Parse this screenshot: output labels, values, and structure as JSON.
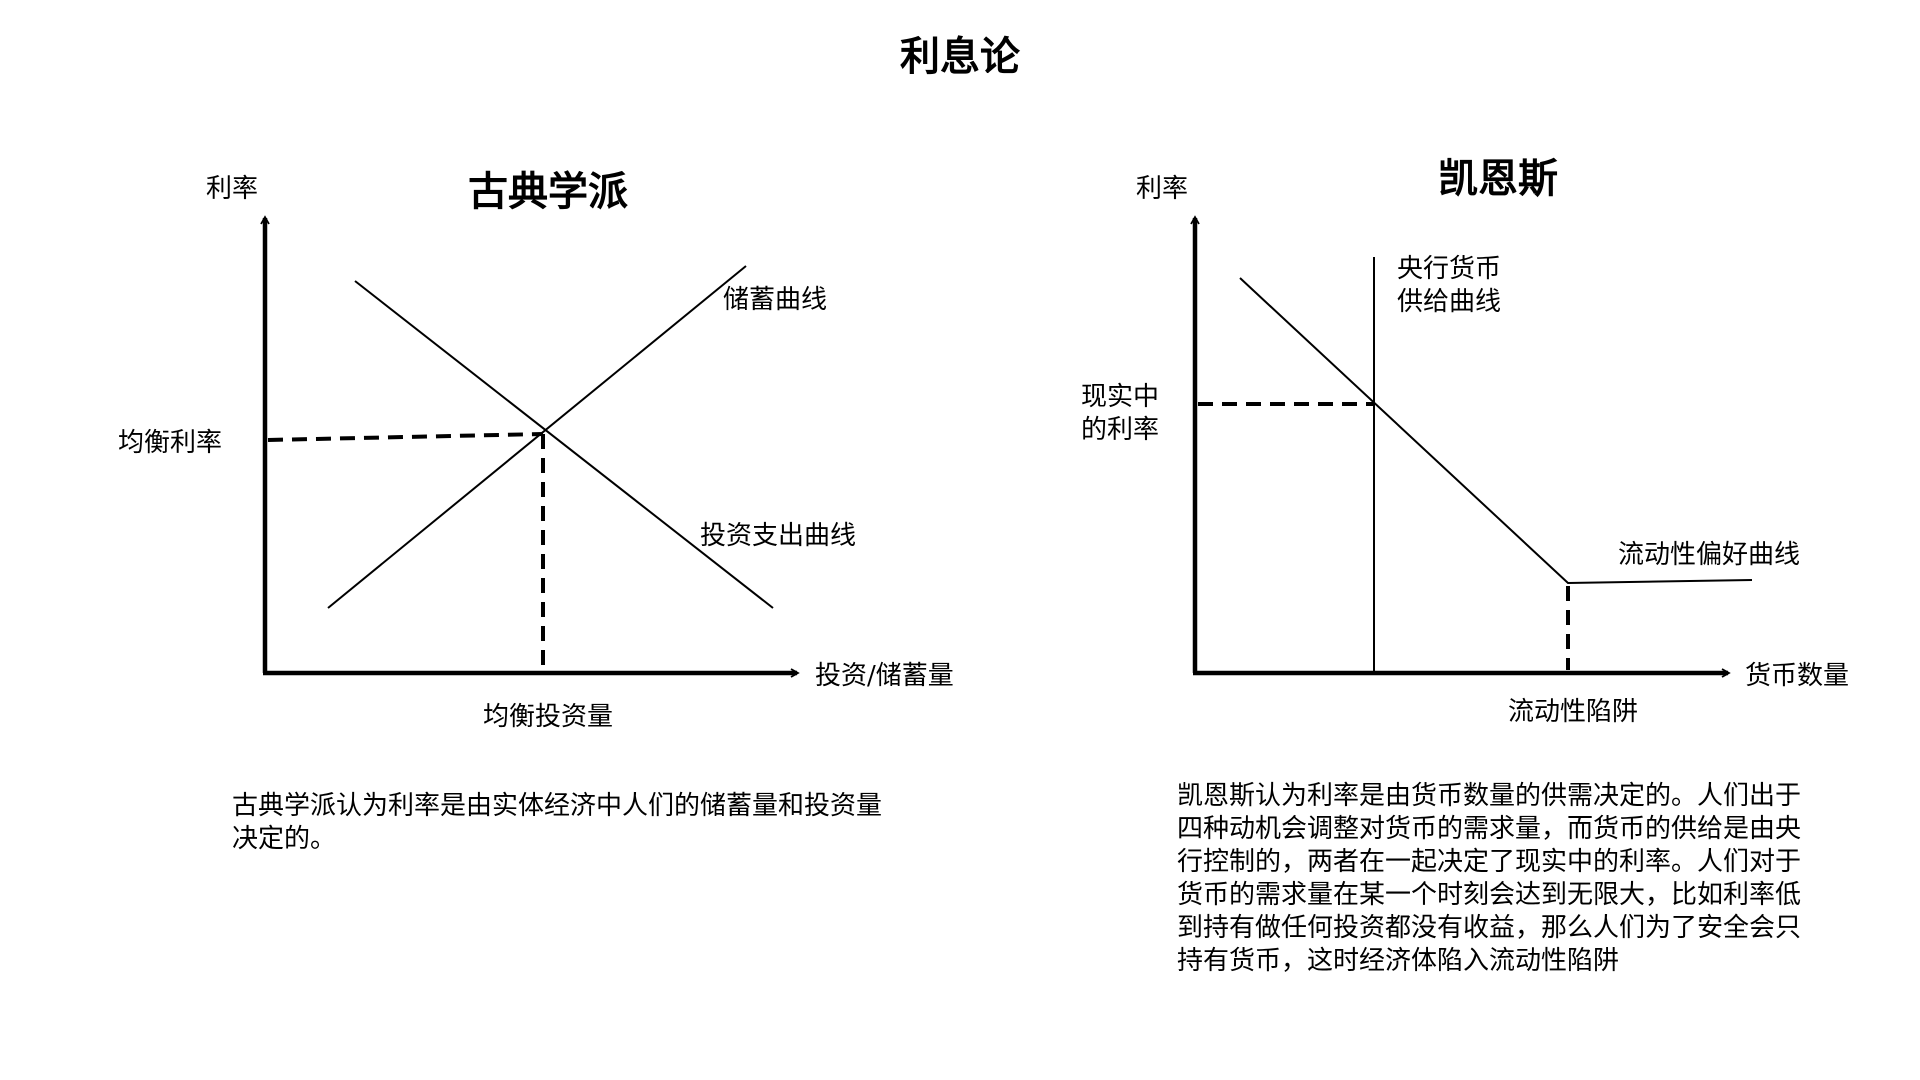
{
  "page_title": "利息论",
  "classical": {
    "title": "古典学派",
    "y_axis_label": "利率",
    "x_axis_label": "投资/储蓄量",
    "equilibrium_rate_label": "均衡利率",
    "equilibrium_quantity_label": "均衡投资量",
    "savings_curve_label": "储蓄曲线",
    "investment_curve_label": "投资支出曲线",
    "description": "古典学派认为利率是由实体经济中人们的储蓄量和投资量决定的。"
  },
  "keynes": {
    "title": "凯恩斯",
    "y_axis_label": "利率",
    "x_axis_label": "货币数量",
    "money_supply_label_line1": "央行货币",
    "money_supply_label_line2": "供给曲线",
    "real_rate_label_line1": "现实中",
    "real_rate_label_line2": "的利率",
    "liquidity_preference_label": "流动性偏好曲线",
    "liquidity_trap_label": "流动性陷阱",
    "description": "凯恩斯认为利率是由货币数量的供需决定的。人们出于四种动机会调整对货币的需求量，而货币的供给是由央行控制的，两者在一起决定了现实中的利率。人们对于货币的需求量在某一个时刻会达到无限大，比如利率低到持有做任何投资都没有收益，那么人们为了安全会只持有货币，这时经济体陷入流动性陷阱"
  }
}
